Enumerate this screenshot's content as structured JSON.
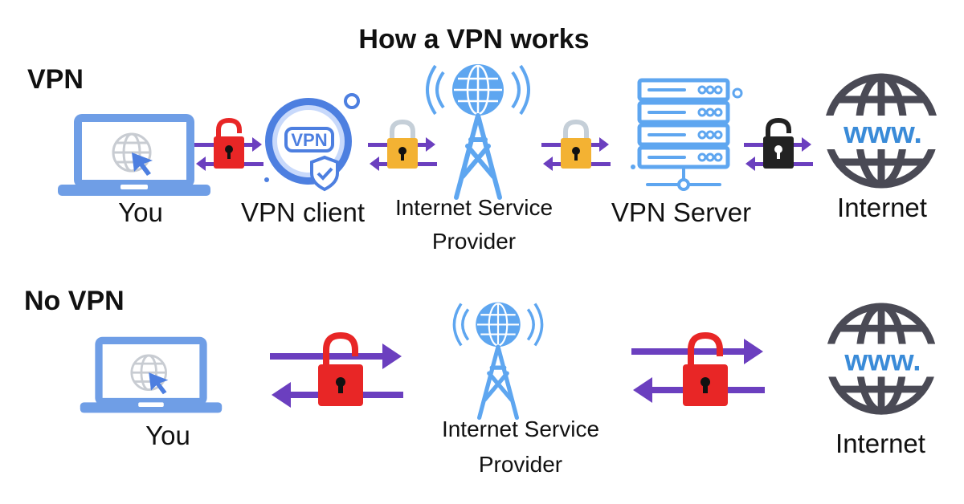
{
  "title": "How a VPN works",
  "colors": {
    "laptop": "#6f9ee6",
    "vpn_blue": "#4d7fe0",
    "tower": "#5ea6f0",
    "server": "#5ea6f0",
    "globe": "#4a4a55",
    "www_text": "#3a8bd8",
    "arrow": "#6b3fbf",
    "lock_red": "#e82626",
    "lock_yellow": "#f3b233",
    "lock_black": "#222222",
    "shackle_gray": "#c5cfd8"
  },
  "vpn_section": {
    "label": "VPN",
    "nodes": [
      {
        "icon": "laptop-icon",
        "label": "You"
      },
      {
        "icon": "vpn-shield-icon",
        "label": "VPN client"
      },
      {
        "icon": "cell-tower-icon",
        "label_line1": "Internet Service",
        "label_line2": "Provider"
      },
      {
        "icon": "server-icon",
        "label": "VPN Server"
      },
      {
        "icon": "www-globe-icon",
        "label": "Internet"
      }
    ],
    "links": [
      {
        "lock": "open",
        "color": "red"
      },
      {
        "lock": "closed",
        "color": "yellow"
      },
      {
        "lock": "closed",
        "color": "yellow"
      },
      {
        "lock": "open",
        "color": "black"
      }
    ]
  },
  "novpn_section": {
    "label": "No VPN",
    "nodes": [
      {
        "icon": "laptop-icon",
        "label": "You"
      },
      {
        "icon": "cell-tower-icon",
        "label_line1": "Internet Service",
        "label_line2": "Provider"
      },
      {
        "icon": "www-globe-icon",
        "label": "Internet"
      }
    ],
    "links": [
      {
        "lock": "open",
        "color": "red"
      },
      {
        "lock": "open",
        "color": "red"
      }
    ]
  }
}
